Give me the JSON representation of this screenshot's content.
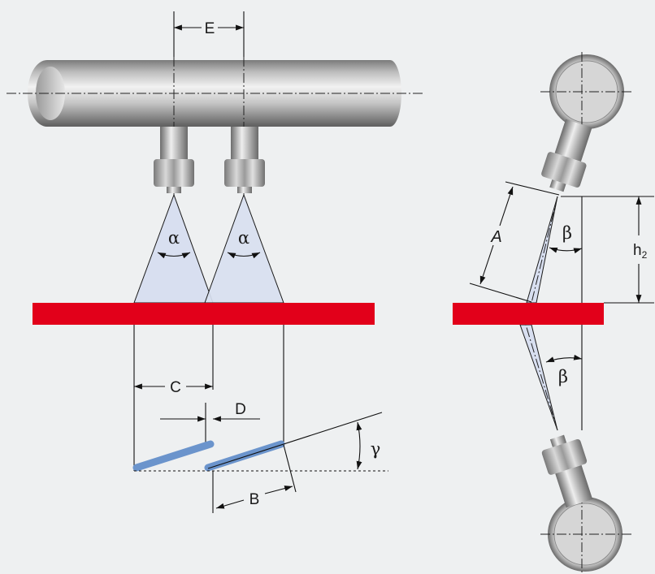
{
  "labels": {
    "E": "E",
    "alpha": "α",
    "C": "C",
    "D": "D",
    "B": "B",
    "gamma": "γ",
    "A": "A",
    "beta": "β",
    "h": "h",
    "h_sub": "2"
  },
  "colors": {
    "background": "#eef0f1",
    "strip": "#e2001a",
    "spray_fill": "#d8dff0",
    "spray_edge": "#1a1a1a",
    "impact_line": "#6b94cc",
    "pipe_mid": "#d2d2d2",
    "pipe_dark": "#6e6e6e"
  },
  "icons": {
    "pipe": "header-pipe",
    "nozzle": "hex-nozzle",
    "strip": "red-strip"
  }
}
